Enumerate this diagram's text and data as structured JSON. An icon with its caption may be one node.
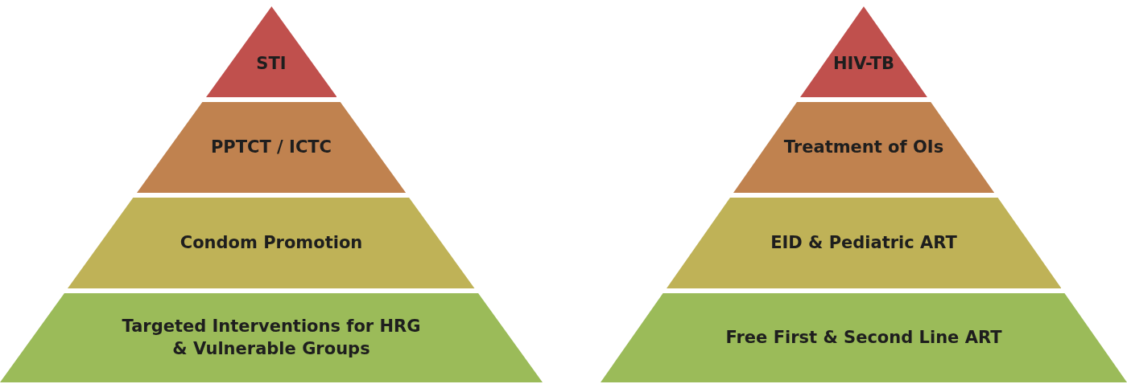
{
  "diagram": {
    "nodes": [
      {
        "text": [
          "STI"
        ]
      },
      {
        "text": [
          "PPTCT / ICTC"
        ]
      },
      {
        "text": [
          "Condom Promotion"
        ]
      },
      {
        "text": [
          "Targeted Interventions for HRG & Vulnerable Groups"
        ]
      },
      {
        "text": [
          "HIV-TB"
        ]
      },
      {
        "text": [
          "Treatment of OIs"
        ]
      },
      {
        "text": [
          "EID & Pediatric ART"
        ]
      },
      {
        "text": [
          "Free First & Second Line ART"
        ]
      }
    ]
  }
}
